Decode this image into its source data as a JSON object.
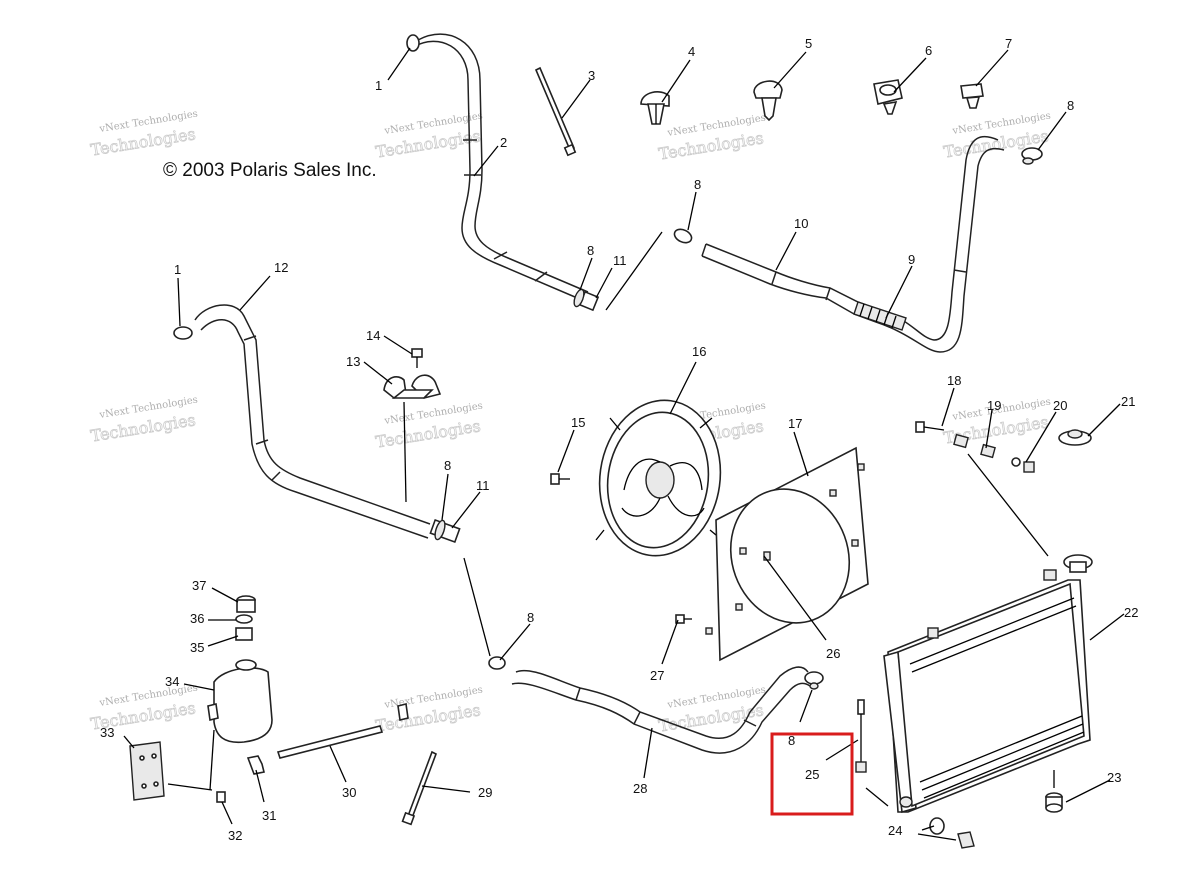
{
  "copyright": "© 2003 Polaris Sales Inc.",
  "watermark": {
    "line1": "vNext Technologies",
    "line2": "Technologies"
  },
  "highlight_color": "#d91c1c",
  "callouts": {
    "c1a": "1",
    "c1b": "1",
    "c2": "2",
    "c3": "3",
    "c4": "4",
    "c5": "5",
    "c6": "6",
    "c7": "7",
    "c8a": "8",
    "c8b": "8",
    "c8c": "8",
    "c8d": "8",
    "c8e": "8",
    "c8f": "8",
    "c9": "9",
    "c10": "10",
    "c11a": "11",
    "c11b": "11",
    "c12": "12",
    "c13": "13",
    "c14": "14",
    "c15": "15",
    "c16": "16",
    "c17": "17",
    "c18": "18",
    "c19": "19",
    "c20": "20",
    "c21": "21",
    "c22": "22",
    "c23": "23",
    "c24": "24",
    "c25": "25",
    "c26": "26",
    "c27": "27",
    "c28": "28",
    "c29": "29",
    "c30": "30",
    "c31": "31",
    "c32": "32",
    "c33": "33",
    "c34": "34",
    "c35": "35",
    "c36": "36",
    "c37": "37"
  }
}
